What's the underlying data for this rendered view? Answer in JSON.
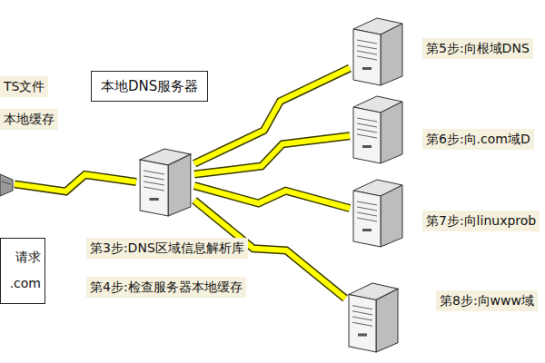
{
  "diagram": {
    "nodes": [
      {
        "text": [
          "TS文件",
          "本地缓存",
          "请求 .com"
        ]
      },
      {
        "text": [
          "本地DNS服务器",
          "第3步:DNS区域信息解析库",
          "第4步:检查服务器本地缓存"
        ]
      },
      {
        "text": [
          "第5步:向根域DNS"
        ]
      },
      {
        "text": [
          "第6步:向.com域D"
        ]
      },
      {
        "text": [
          "第7步:向linuxprob"
        ]
      },
      {
        "text": [
          "第8步:向www域"
        ]
      }
    ],
    "edges": [
      {
        "from": 0,
        "to": 1,
        "arrow": "none"
      },
      {
        "from": 1,
        "to": 2,
        "arrow": "none"
      },
      {
        "from": 1,
        "to": 3,
        "arrow": "none"
      },
      {
        "from": 1,
        "to": 4,
        "arrow": "none"
      },
      {
        "from": 1,
        "to": 5,
        "arrow": "none"
      }
    ]
  }
}
